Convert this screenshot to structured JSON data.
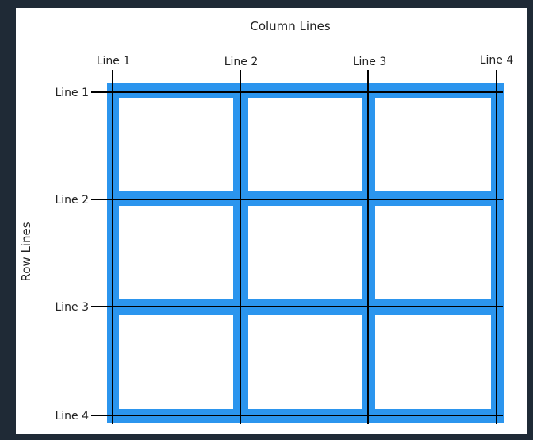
{
  "diagram": {
    "column_title": "Column Lines",
    "row_title": "Row Lines",
    "column_lines": [
      "Line 1",
      "Line 2",
      "Line 3",
      "Line 4"
    ],
    "row_lines": [
      "Line 1",
      "Line 2",
      "Line 3",
      "Line 4"
    ],
    "colors": {
      "grid_fill": "#2b95ee",
      "cell_fill": "#ffffff",
      "line_color": "#000000",
      "background": "#1f2a36"
    }
  }
}
